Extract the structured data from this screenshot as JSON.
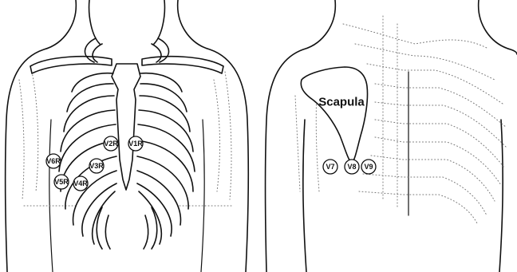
{
  "anterior": {
    "leads": [
      "V1R",
      "V2R",
      "V3R",
      "V4R",
      "V5R",
      "V6R"
    ]
  },
  "posterior": {
    "scapula_label": "Scapula",
    "leads": [
      "V7",
      "V8",
      "V9"
    ]
  }
}
